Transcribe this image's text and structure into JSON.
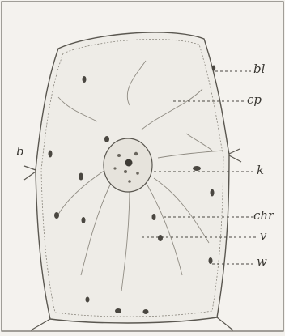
{
  "figure": {
    "labels": {
      "bl": "bl",
      "cp": "cp",
      "k": "k",
      "chr": "chr",
      "v": "v",
      "w": "w",
      "b": "b"
    },
    "colors": {
      "paper": "#f4f2ee",
      "ink": "#3a3833",
      "cell_fill": "#eeece7",
      "nucleus_fill": "#e6e3dc",
      "chromatophore": "#4a4741"
    }
  }
}
